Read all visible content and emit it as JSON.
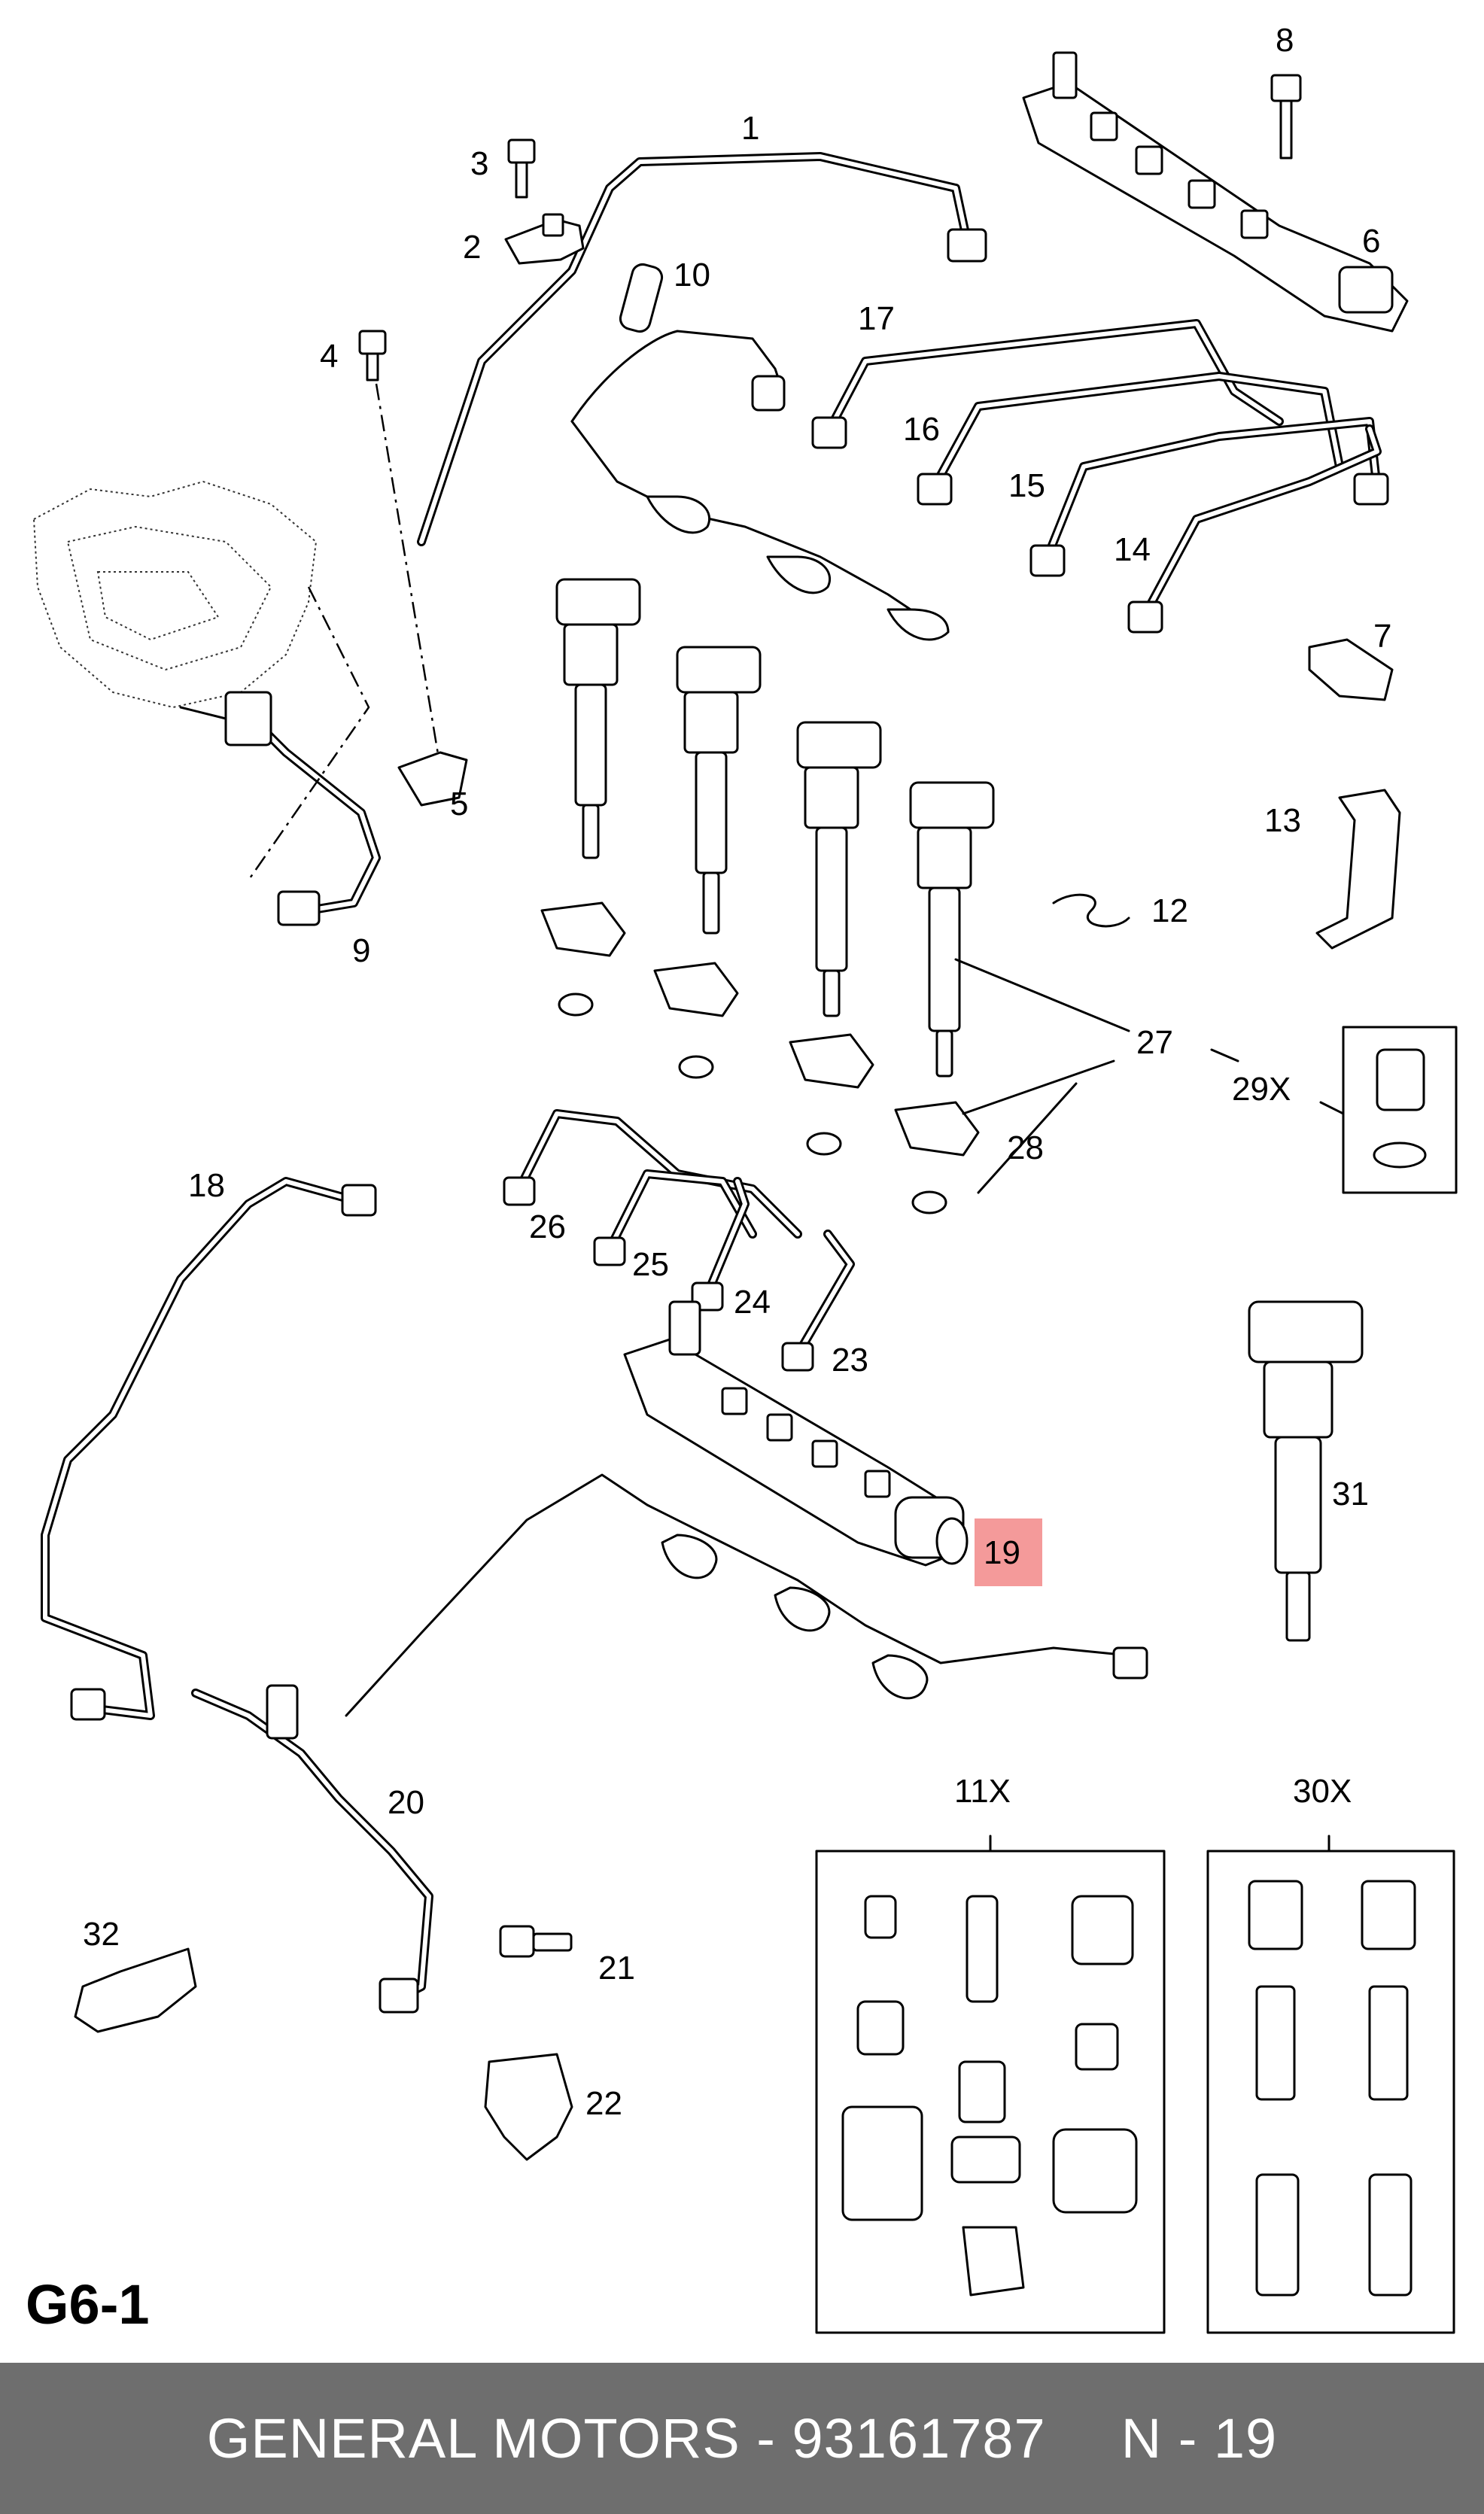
{
  "callouts": {
    "c1": "1",
    "c2": "2",
    "c3": "3",
    "c4": "4",
    "c5": "5",
    "c6": "6",
    "c7": "7",
    "c8": "8",
    "c9": "9",
    "c10": "10",
    "c12": "12",
    "c13": "13",
    "c14": "14",
    "c15": "15",
    "c16": "16",
    "c17": "17",
    "c18": "18",
    "c19": "19",
    "c20": "20",
    "c21": "21",
    "c22": "22",
    "c23": "23",
    "c24": "24",
    "c25": "25",
    "c26": "26",
    "c27": "27",
    "c28": "28",
    "c29x": "29X",
    "c30x": "30X",
    "c31": "31",
    "c32": "32",
    "c11x": "11X"
  },
  "highlighted_callout": "19",
  "highlight_color": "#f49a9a",
  "page_label": "G6-1",
  "footer": {
    "brand_part": "GENERAL MOTORS - 93161787",
    "callout_ref": "N - 19"
  },
  "colors": {
    "footer_bg": "#6e6e6e",
    "footer_text": "#ffffff",
    "line": "#000000"
  }
}
